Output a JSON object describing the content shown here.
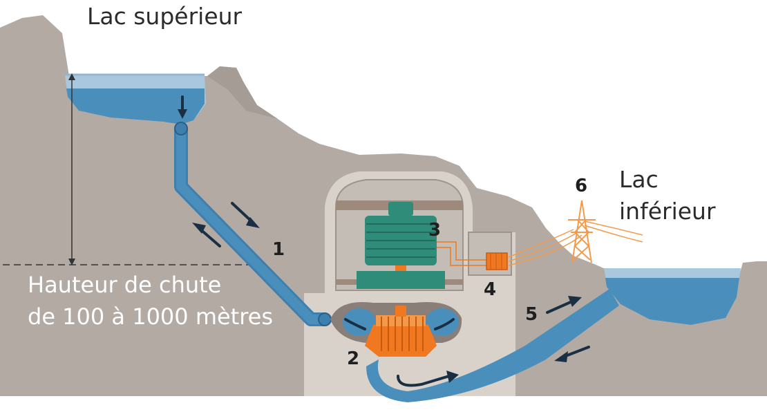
{
  "labels": {
    "upper_lake": "Lac supérieur",
    "lower_lake_line1": "Lac",
    "lower_lake_line2": "inférieur",
    "head_line1": "Hauteur de chute",
    "head_line2": "de 100 à 1000 mètres"
  },
  "markers": [
    "1",
    "2",
    "3",
    "4",
    "5",
    "6"
  ],
  "colors": {
    "rock": "#b3aaa4",
    "rock_dark": "#9d948e",
    "cavern": "#d8d2cb",
    "water": "#4a8fbc",
    "water_light": "#a9c8dd",
    "water_dark": "#3d7fae",
    "generator": "#2e8c78",
    "turbine": "#f07820",
    "arrow": "#1a2f44",
    "line": "#f39a4a"
  }
}
